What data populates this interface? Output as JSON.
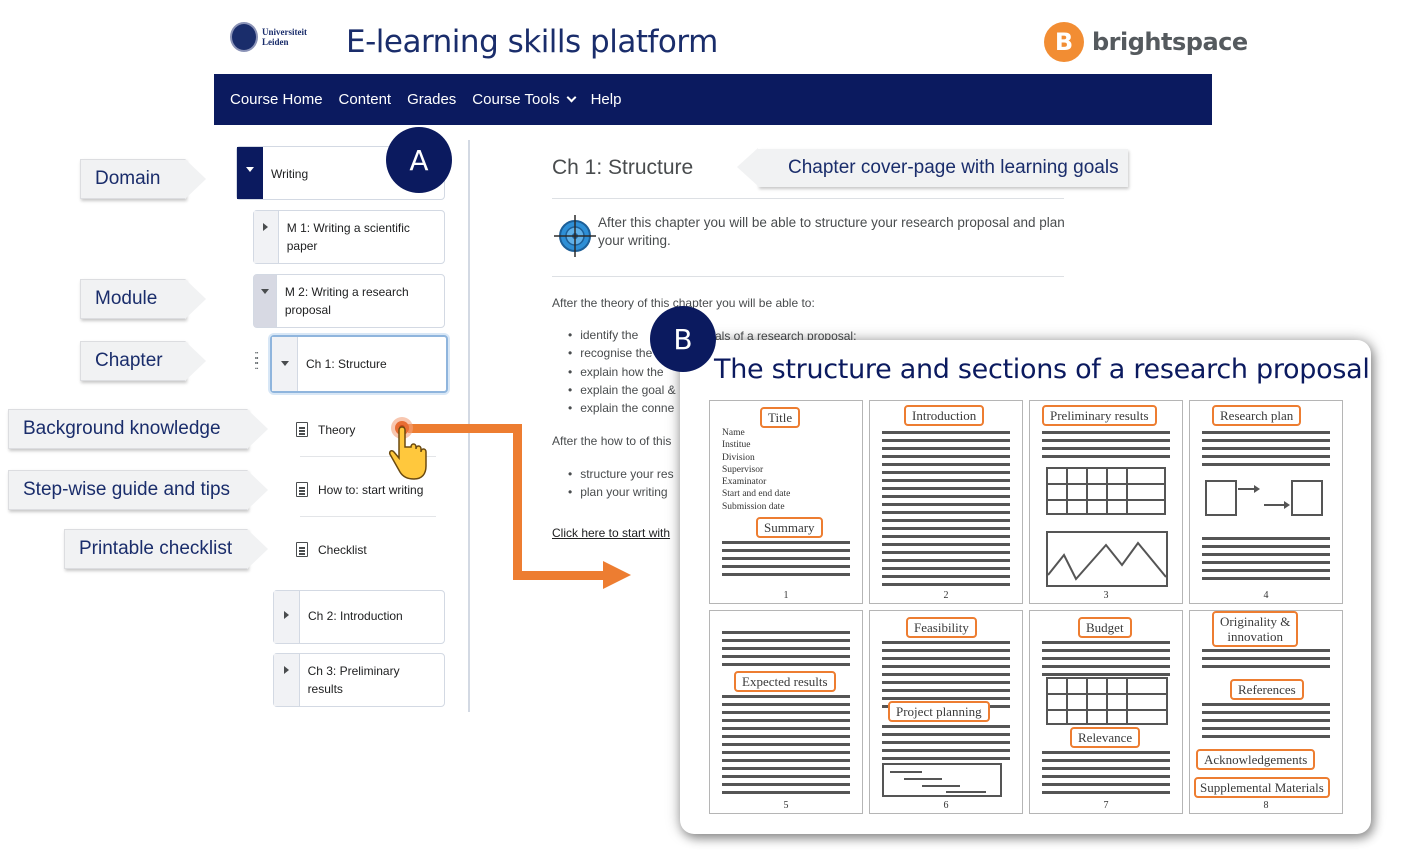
{
  "header": {
    "university_line1": "Universiteit",
    "university_line2": "Leiden",
    "title": "E-learning skills platform",
    "brand_mark": "B",
    "brand_name": "brightspace"
  },
  "nav": {
    "items": [
      "Course Home",
      "Content",
      "Grades",
      "Course Tools",
      "Help"
    ]
  },
  "callouts": {
    "domain": "Domain",
    "module": "Module",
    "chapter": "Chapter",
    "background": "Background knowledge",
    "stepwise": "Step-wise guide and tips",
    "checklist": "Printable checklist",
    "cover": "Chapter cover-page with learning goals"
  },
  "badges": {
    "a": "A",
    "b": "B"
  },
  "tree": {
    "domain": "Writing",
    "m1": "M 1: Writing a scientific paper",
    "m2": "M 2: Writing a research proposal",
    "ch1": "Ch 1: Structure",
    "topics": [
      "Theory",
      "How to: start writing",
      "Checklist"
    ],
    "ch2": "Ch 2: Introduction",
    "ch3": "Ch 3: Preliminary results"
  },
  "content": {
    "title": "Ch 1: Structure",
    "goal": "After this chapter you will be able to structure your research proposal and plan your writing.",
    "theory_intro": "After the theory of this chapter you will be able to:",
    "theory_bullets": [
      "identify the",
      "recognise the",
      "explain how the",
      "explain the goal &",
      "explain the conne"
    ],
    "theory_fragment": "als of a research proposal;",
    "howto_intro": "After the how to of this",
    "howto_bullets": [
      "structure your res",
      "plan your writing"
    ],
    "start_link": "Click here to start with"
  },
  "overlay": {
    "title": "The structure and sections of a research proposal",
    "p1_title": "Title",
    "p1_meta": [
      "Name",
      "Institue",
      "Division",
      "Supervisor",
      "Examinator",
      "Start and end date",
      "Submission date"
    ],
    "p1_summary": "Summary",
    "p2": "Introduction",
    "p3": "Preliminary results",
    "p4": "Research plan",
    "p5": "Expected results",
    "p6a": "Feasibility",
    "p6b": "Project planning",
    "p7a": "Budget",
    "p7b": "Relevance",
    "p8a": "Originality &",
    "p8a2": "innovation",
    "p8b": "References",
    "p8c": "Acknowledgements",
    "p8d": "Supplemental Materials",
    "page_numbers": [
      "1",
      "2",
      "3",
      "4",
      "5",
      "6",
      "7",
      "8"
    ]
  },
  "colors": {
    "navy": "#0b1a5f",
    "accent_orange": "#ed7d31",
    "brand_orange": "#f28d33"
  }
}
